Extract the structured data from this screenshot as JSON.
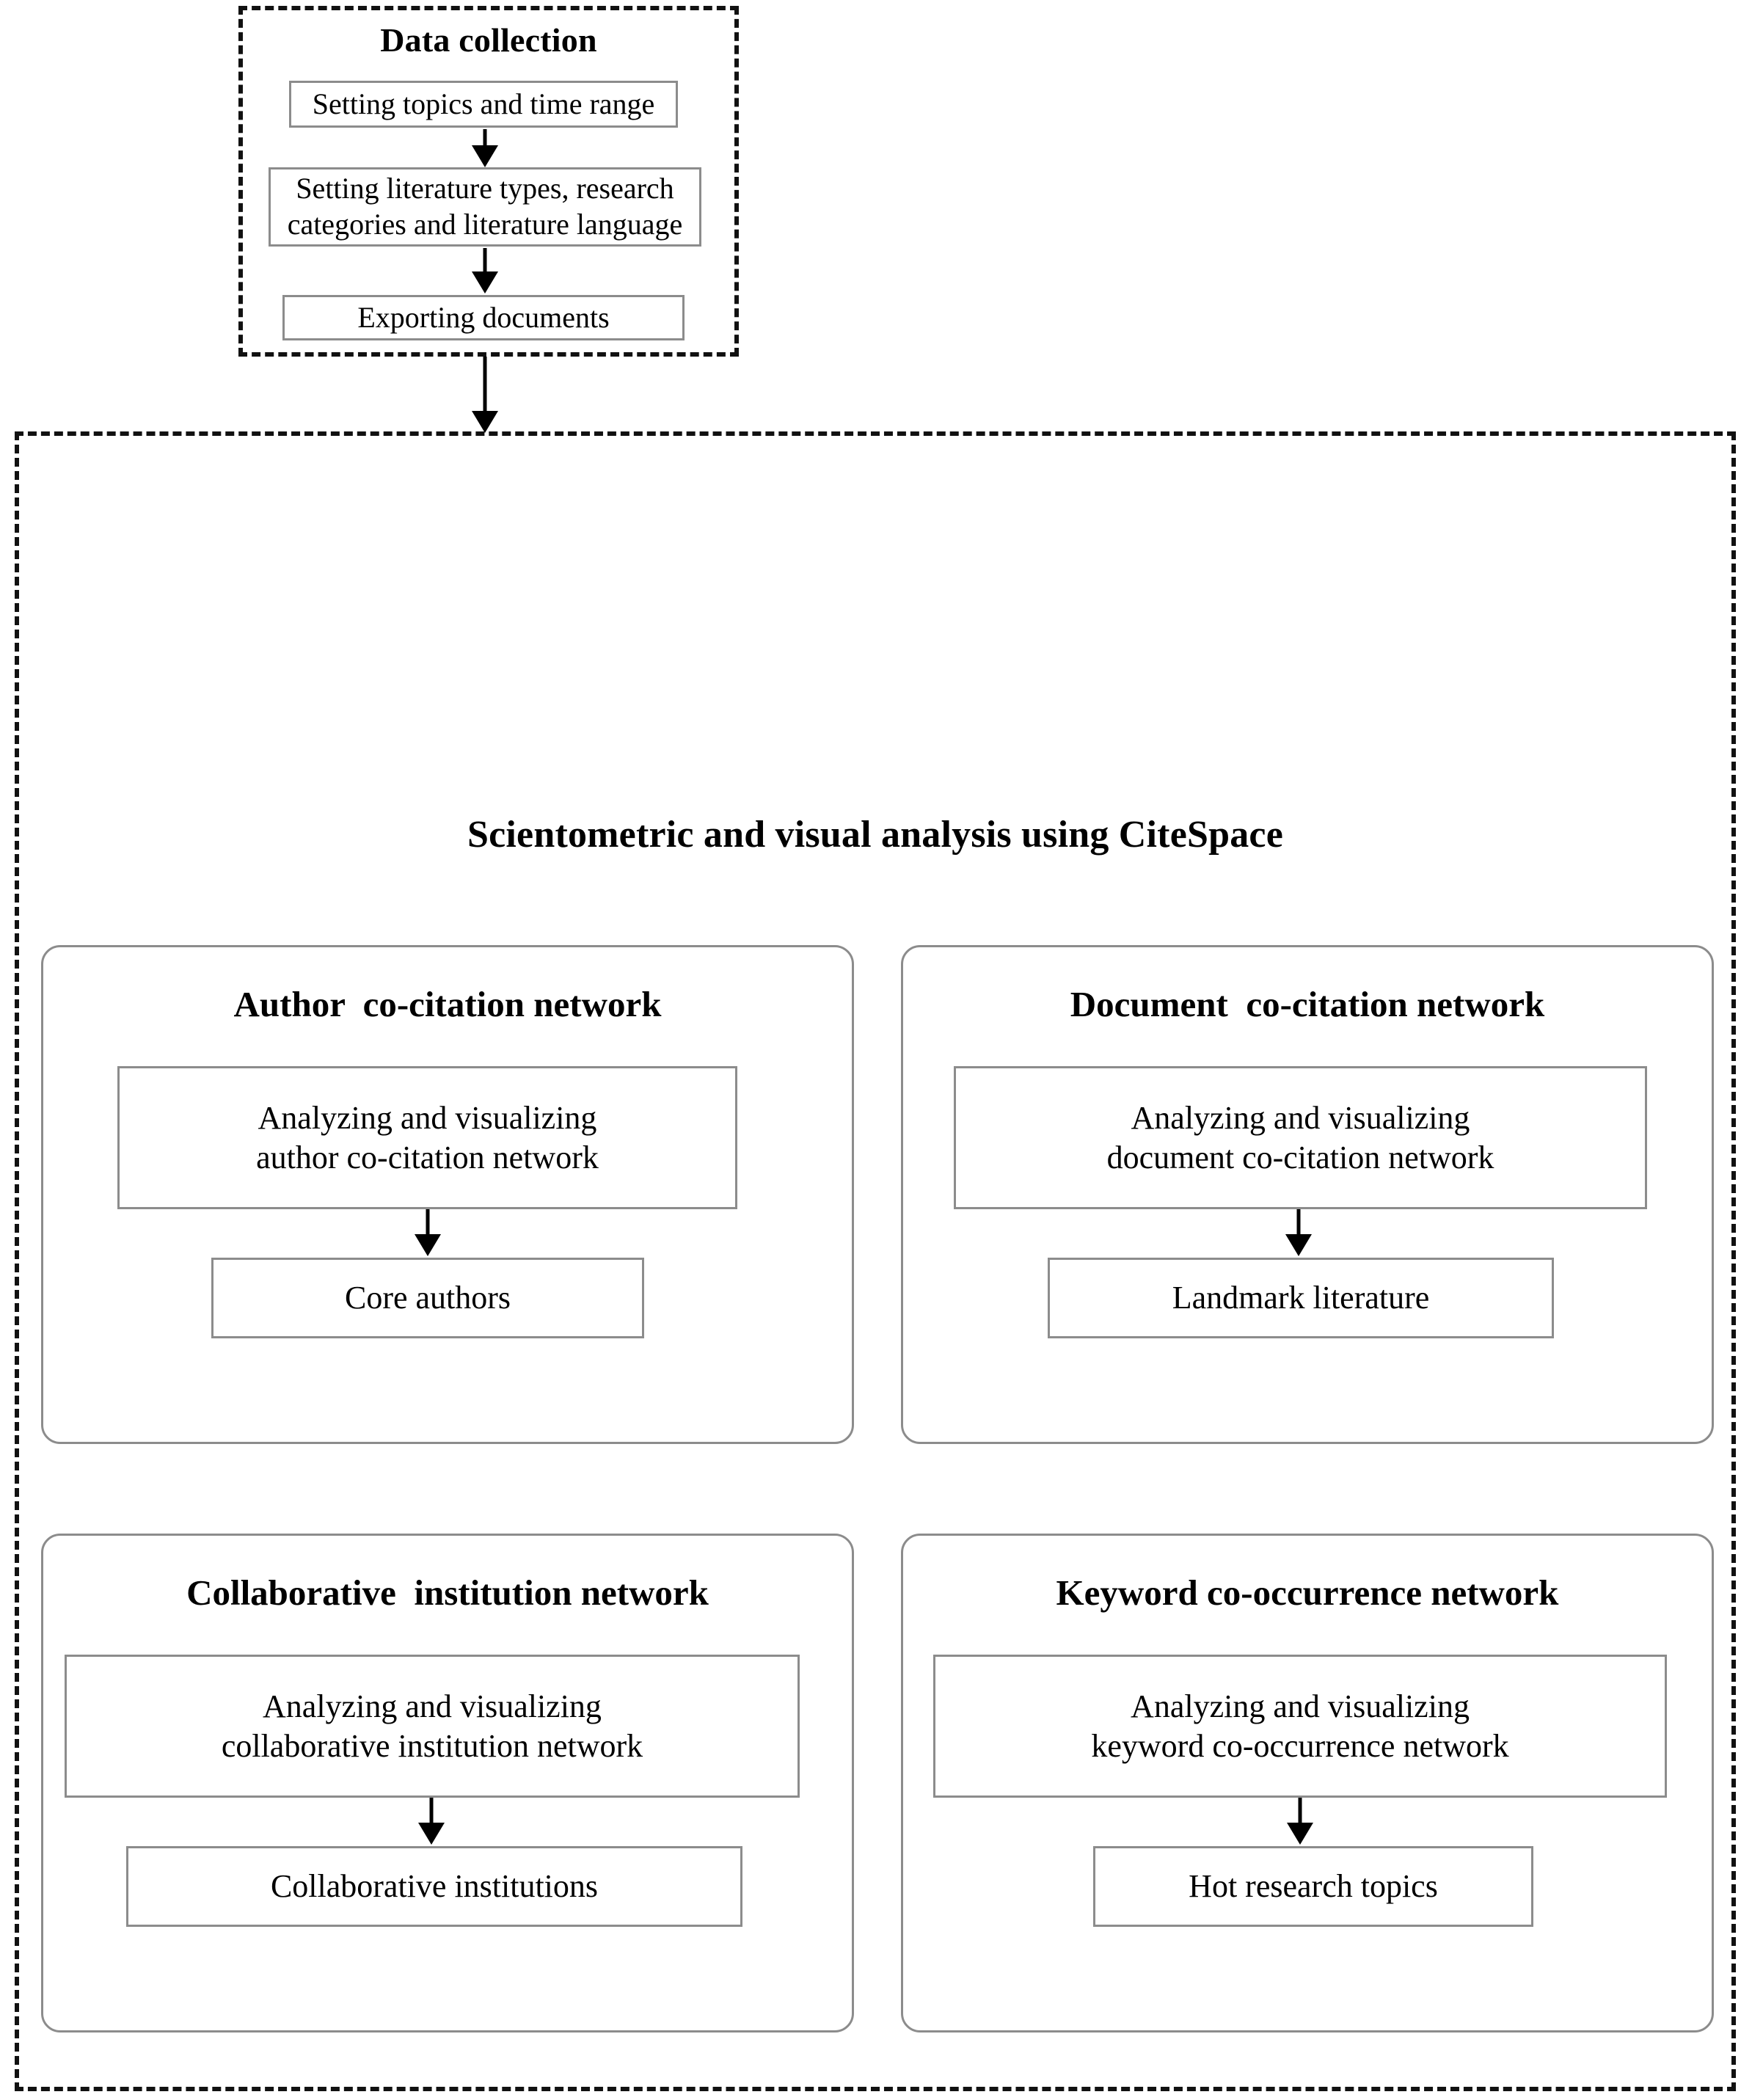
{
  "figure": {
    "type": "flowchart",
    "orientation": "vertical"
  },
  "data_collection": {
    "title": "Data collection",
    "steps": [
      {
        "label": "Setting topics and time range"
      },
      {
        "label": "Setting literature types, research\ncategories and literature language"
      },
      {
        "label": "Exporting documents"
      }
    ]
  },
  "analysis": {
    "title": "Scientometric and visual analysis using CiteSpace",
    "panels": [
      {
        "title": "Author  co-citation network",
        "process": "Analyzing and visualizing\nauthor co-citation network",
        "result": "Core authors"
      },
      {
        "title": "Document  co-citation network",
        "process": "Analyzing and visualizing\ndocument co-citation network",
        "result": "Landmark literature"
      },
      {
        "title": "Collaborative  institution network",
        "process": "Analyzing and visualizing\ncollaborative institution network",
        "result": "Collaborative  institutions"
      },
      {
        "title": "Keyword co-occurrence network",
        "process": "Analyzing and visualizing\nkeyword co-occurrence network",
        "result": "Hot research topics"
      }
    ]
  },
  "colors": {
    "dashed_border": "#111111",
    "box_border": "#8c8c8c",
    "arrow": "#000000",
    "text": "#000000",
    "background": "#ffffff"
  }
}
